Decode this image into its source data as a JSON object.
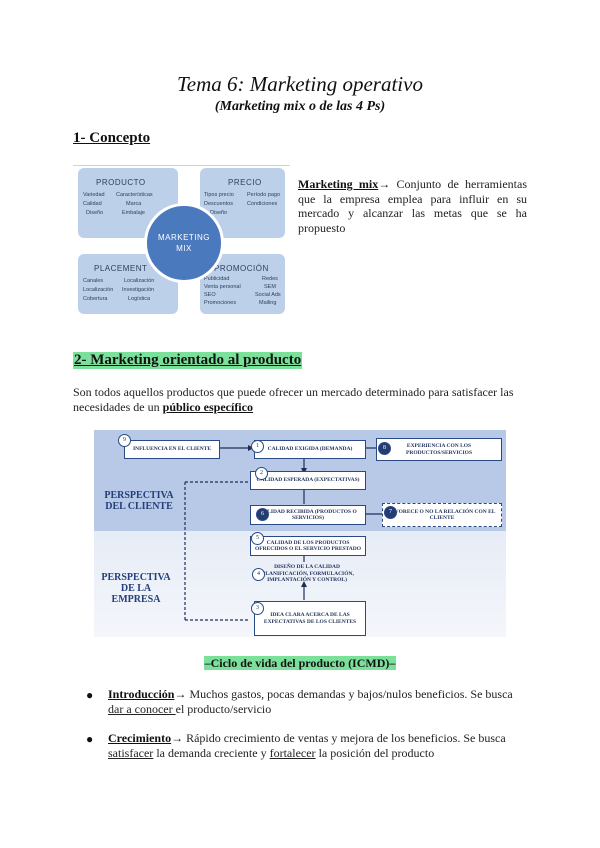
{
  "title": "Tema 6: Marketing operativo",
  "subtitle": "(Marketing mix o de las 4 Ps)",
  "section1": {
    "heading": "1- Concepto"
  },
  "mix_figure": {
    "center_line1": "MARKETING",
    "center_line2": "MIX",
    "producto": {
      "title": "PRODUCTO",
      "items": [
        "Variedad",
        "Características",
        "Calidad",
        "Marca",
        "Diseño",
        "Embalaje"
      ]
    },
    "precio": {
      "title": "PRECIO",
      "items": [
        "Tipos precio",
        "Período pago",
        "Descuentos",
        "Condiciones",
        "Diseño"
      ]
    },
    "placement": {
      "title": "PLACEMENT",
      "items": [
        "Canales",
        "Localización",
        "Localización",
        "Investigación",
        "Cobertura",
        "Logística"
      ]
    },
    "promocion": {
      "title": "PROMOCIÓN",
      "items": [
        "Publicidad",
        "Redes",
        "Venta personal",
        "SEM",
        "SEO",
        "Social Ads",
        "Promociones",
        "Mailing"
      ]
    }
  },
  "marketing_mix_para": {
    "term": "Marketing mix",
    "arrow": "→",
    "text": " Conjunto de herramientas que la empresa emplea para influir en su mercado y alcanzar las metas que se ha propuesto"
  },
  "section2": {
    "heading": "2- Marketing orientado al producto",
    "para_text": "Son todos aquellos productos que puede ofrecer un mercado determinado para satisfacer las necesidades de un ",
    "para_bold": "público específico"
  },
  "diagram": {
    "persp_cliente_1": "PERSPECTIVA",
    "persp_cliente_2": "DEL CLIENTE",
    "persp_empresa_1": "PERSPECTIVA",
    "persp_empresa_2": "DE LA",
    "persp_empresa_3": "EMPRESA",
    "box_influencia": "INFLUENCIA EN EL CLIENTE",
    "box_exigida": "CALIDAD EXIGIDA (DEMANDA)",
    "box_experiencia": "EXPERIENCIA CON LOS PRODUCTOS/SERVICIOS",
    "box_esperada": "CALIDAD ESPERADA (EXPECTATIVAS)",
    "box_recibida": "CALIDAD RECIBIDA (PRODUCTOS O SERVICIOS)",
    "box_favorece": "FAVORECE O NO LA RELACIÓN CON EL CLIENTE",
    "box_ofrecidos": "CALIDAD DE LOS PRODUCTOS OFRECIDOS O EL SERVICIO PRESTADO",
    "box_diseno": "DISEÑO DE LA CALIDAD (PLANIFICACIÓN, FORMULACIÓN, IMPLANTACIÓN Y CONTROL)",
    "box_idea": "IDEA CLARA ACERCA DE LAS EXPECTATIVAS DE LOS CLIENTES",
    "n1": "1",
    "n2": "2",
    "n3": "3",
    "n4": "4",
    "n5": "5",
    "n6": "6",
    "n7": "7",
    "n8": "8",
    "n9": "9"
  },
  "icmd_heading": "–Ciclo de vida del producto (ICMD)–",
  "bullets": [
    {
      "term": "Introducción",
      "arrow": "→",
      "text1": " Muchos gastos, pocas demandas y bajos/nulos beneficios. Se busca ",
      "u1": "dar a conocer ",
      "text2": "el producto/servicio"
    },
    {
      "term": "Crecimiento",
      "arrow": "→",
      "text1": " Rápido crecimiento de ventas y mejora de los beneficios. Se busca ",
      "u1": "satisfacer",
      "text2": " la demanda creciente y ",
      "u2": "fortalecer",
      "text3": " la posición del producto"
    }
  ],
  "bullet_symbol": "●"
}
